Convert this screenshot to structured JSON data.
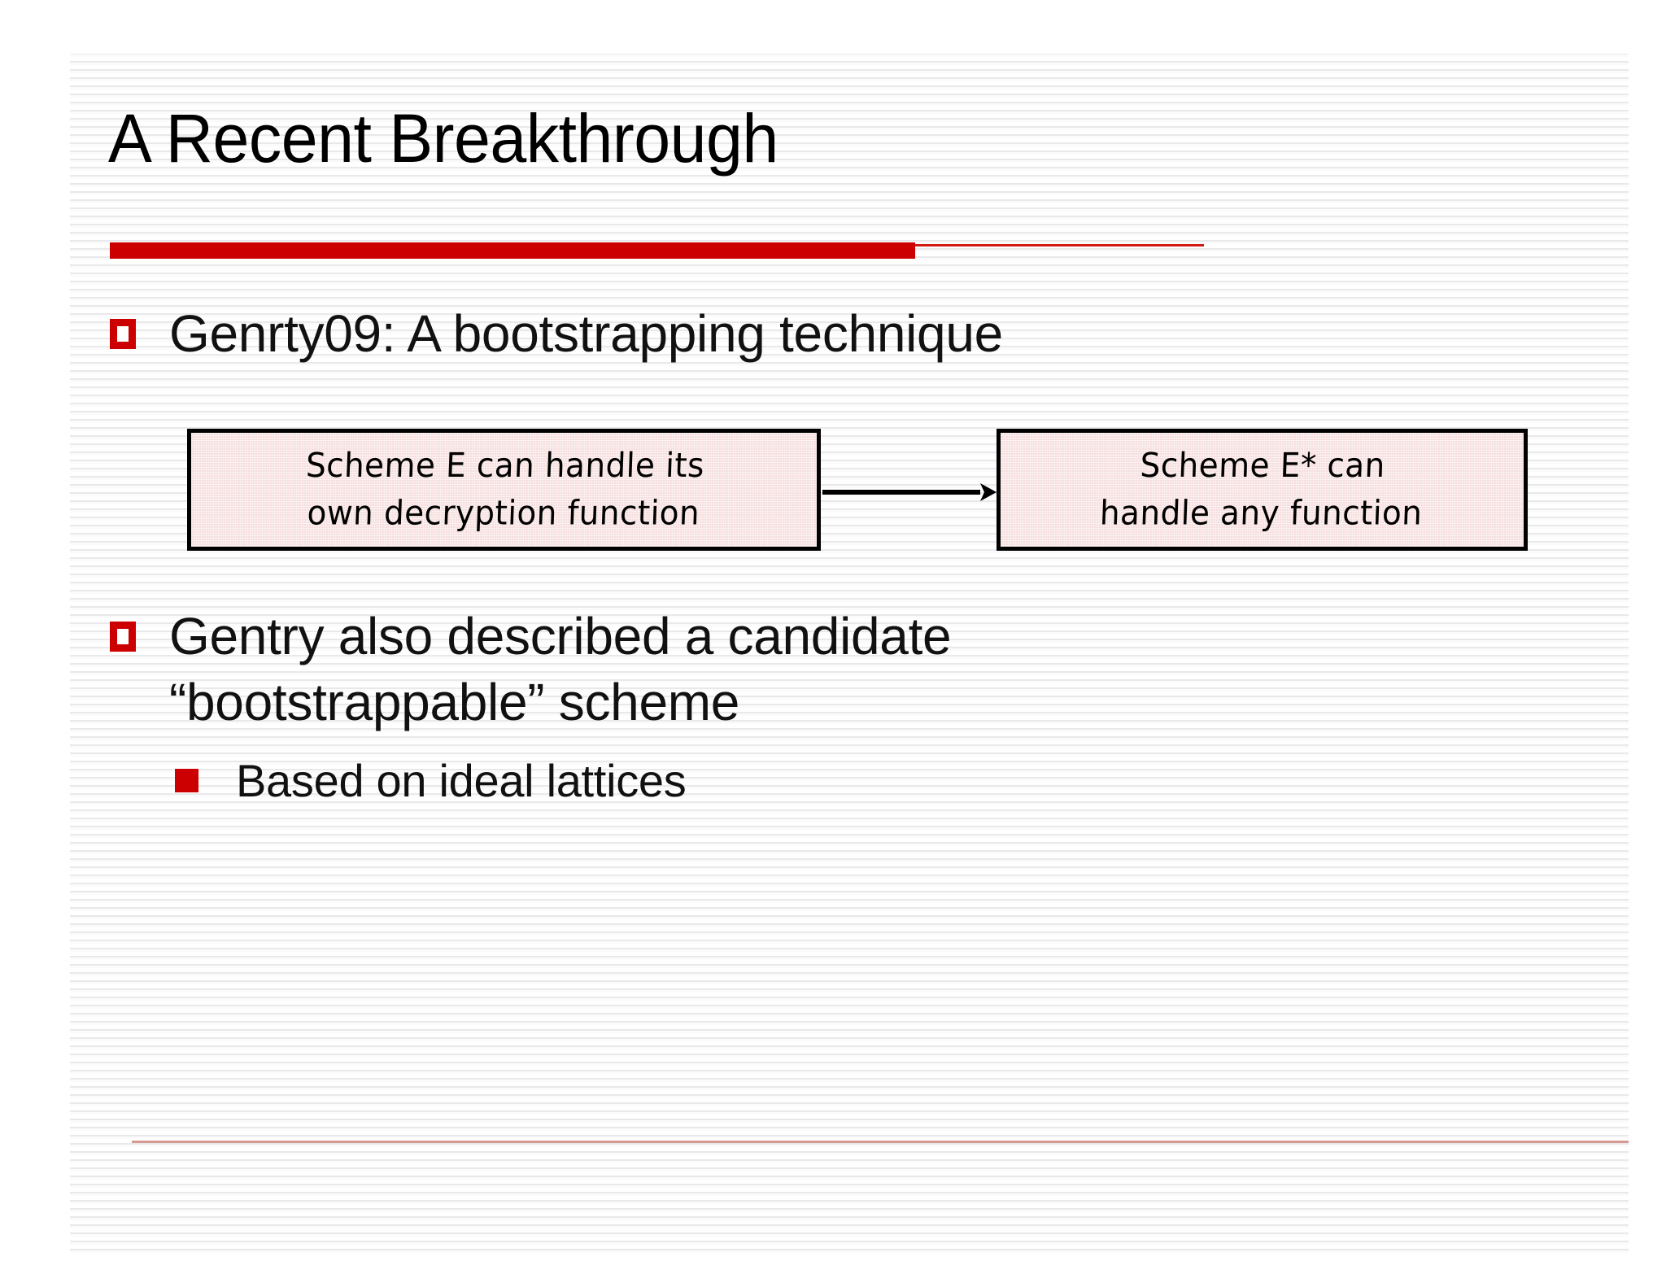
{
  "slide": {
    "title": "A Recent Breakthrough",
    "accent_color_thick": "#CC0000",
    "accent_color_thin": "#D21B15",
    "background_color": "#FFFFFF",
    "texture": "horizontal-stripes",
    "footer_rule_color": "#D79A92"
  },
  "body": {
    "bullets": [
      {
        "marker": "hollow-red-square-bullet-icon",
        "level": 1,
        "text": "Genrty09: A bootstrapping technique"
      },
      {
        "marker": "hollow-red-square-bullet-icon",
        "level": 1,
        "line1": "Gentry also described a candidate",
        "line2": "“bootstrappable” scheme"
      },
      {
        "marker": "solid-red-square-bullet-icon",
        "level": 2,
        "text": "Based on ideal lattices"
      }
    ]
  },
  "diagram": {
    "type": "flow",
    "box_fill_color": "#F6DEDE",
    "box_border_color": "#000000",
    "arrow_color": "#000000",
    "boxes": [
      {
        "id": "scheme-e",
        "line1": "Scheme E can handle its",
        "line2": "own decryption function"
      },
      {
        "id": "scheme-e-star",
        "line1": "Scheme E* can",
        "line2": "handle any function"
      }
    ],
    "connector": {
      "from": "scheme-e",
      "to": "scheme-e-star",
      "icon": "right-arrow-icon"
    }
  }
}
